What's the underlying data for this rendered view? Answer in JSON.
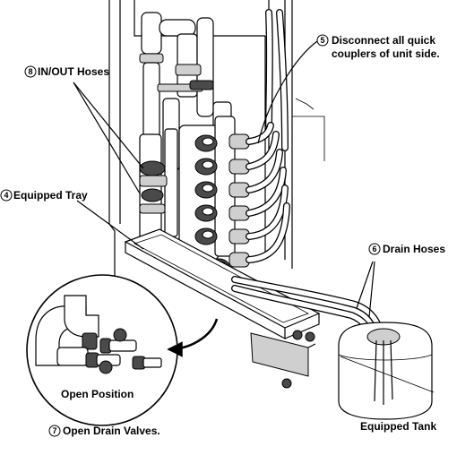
{
  "callouts": [
    {
      "number": "5",
      "lines": [
        "Disconnect all quick",
        "couplers of unit side."
      ]
    },
    {
      "number": "8",
      "lines": [
        "IN/OUT Hoses"
      ]
    },
    {
      "number": "4",
      "lines": [
        "Equipped Tray"
      ]
    },
    {
      "number": "6",
      "lines": [
        "Drain Hoses"
      ]
    },
    {
      "number": "7",
      "lines": [
        "Open Drain Valves."
      ]
    }
  ],
  "inset_caption": "Open Position",
  "tank_caption": "Equipped Tank"
}
